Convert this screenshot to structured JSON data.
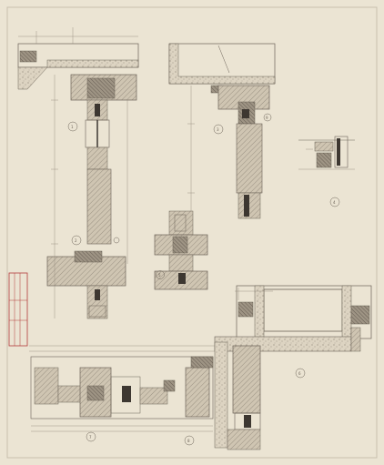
{
  "sheet": {
    "paper_color": "#ebe4d3",
    "ink_color": "#6b6257",
    "hatch_color": "#8d8476",
    "stamp_color": "#b33a3a"
  },
  "stamp": {
    "lines": [
      "",
      "",
      "",
      "",
      ""
    ]
  },
  "details": [
    {
      "number": "1"
    },
    {
      "number": "2"
    },
    {
      "number": "3"
    },
    {
      "number": "4"
    },
    {
      "number": "5"
    },
    {
      "number": "6"
    },
    {
      "number": "7"
    },
    {
      "number": "8"
    },
    {
      "number": "9"
    }
  ]
}
